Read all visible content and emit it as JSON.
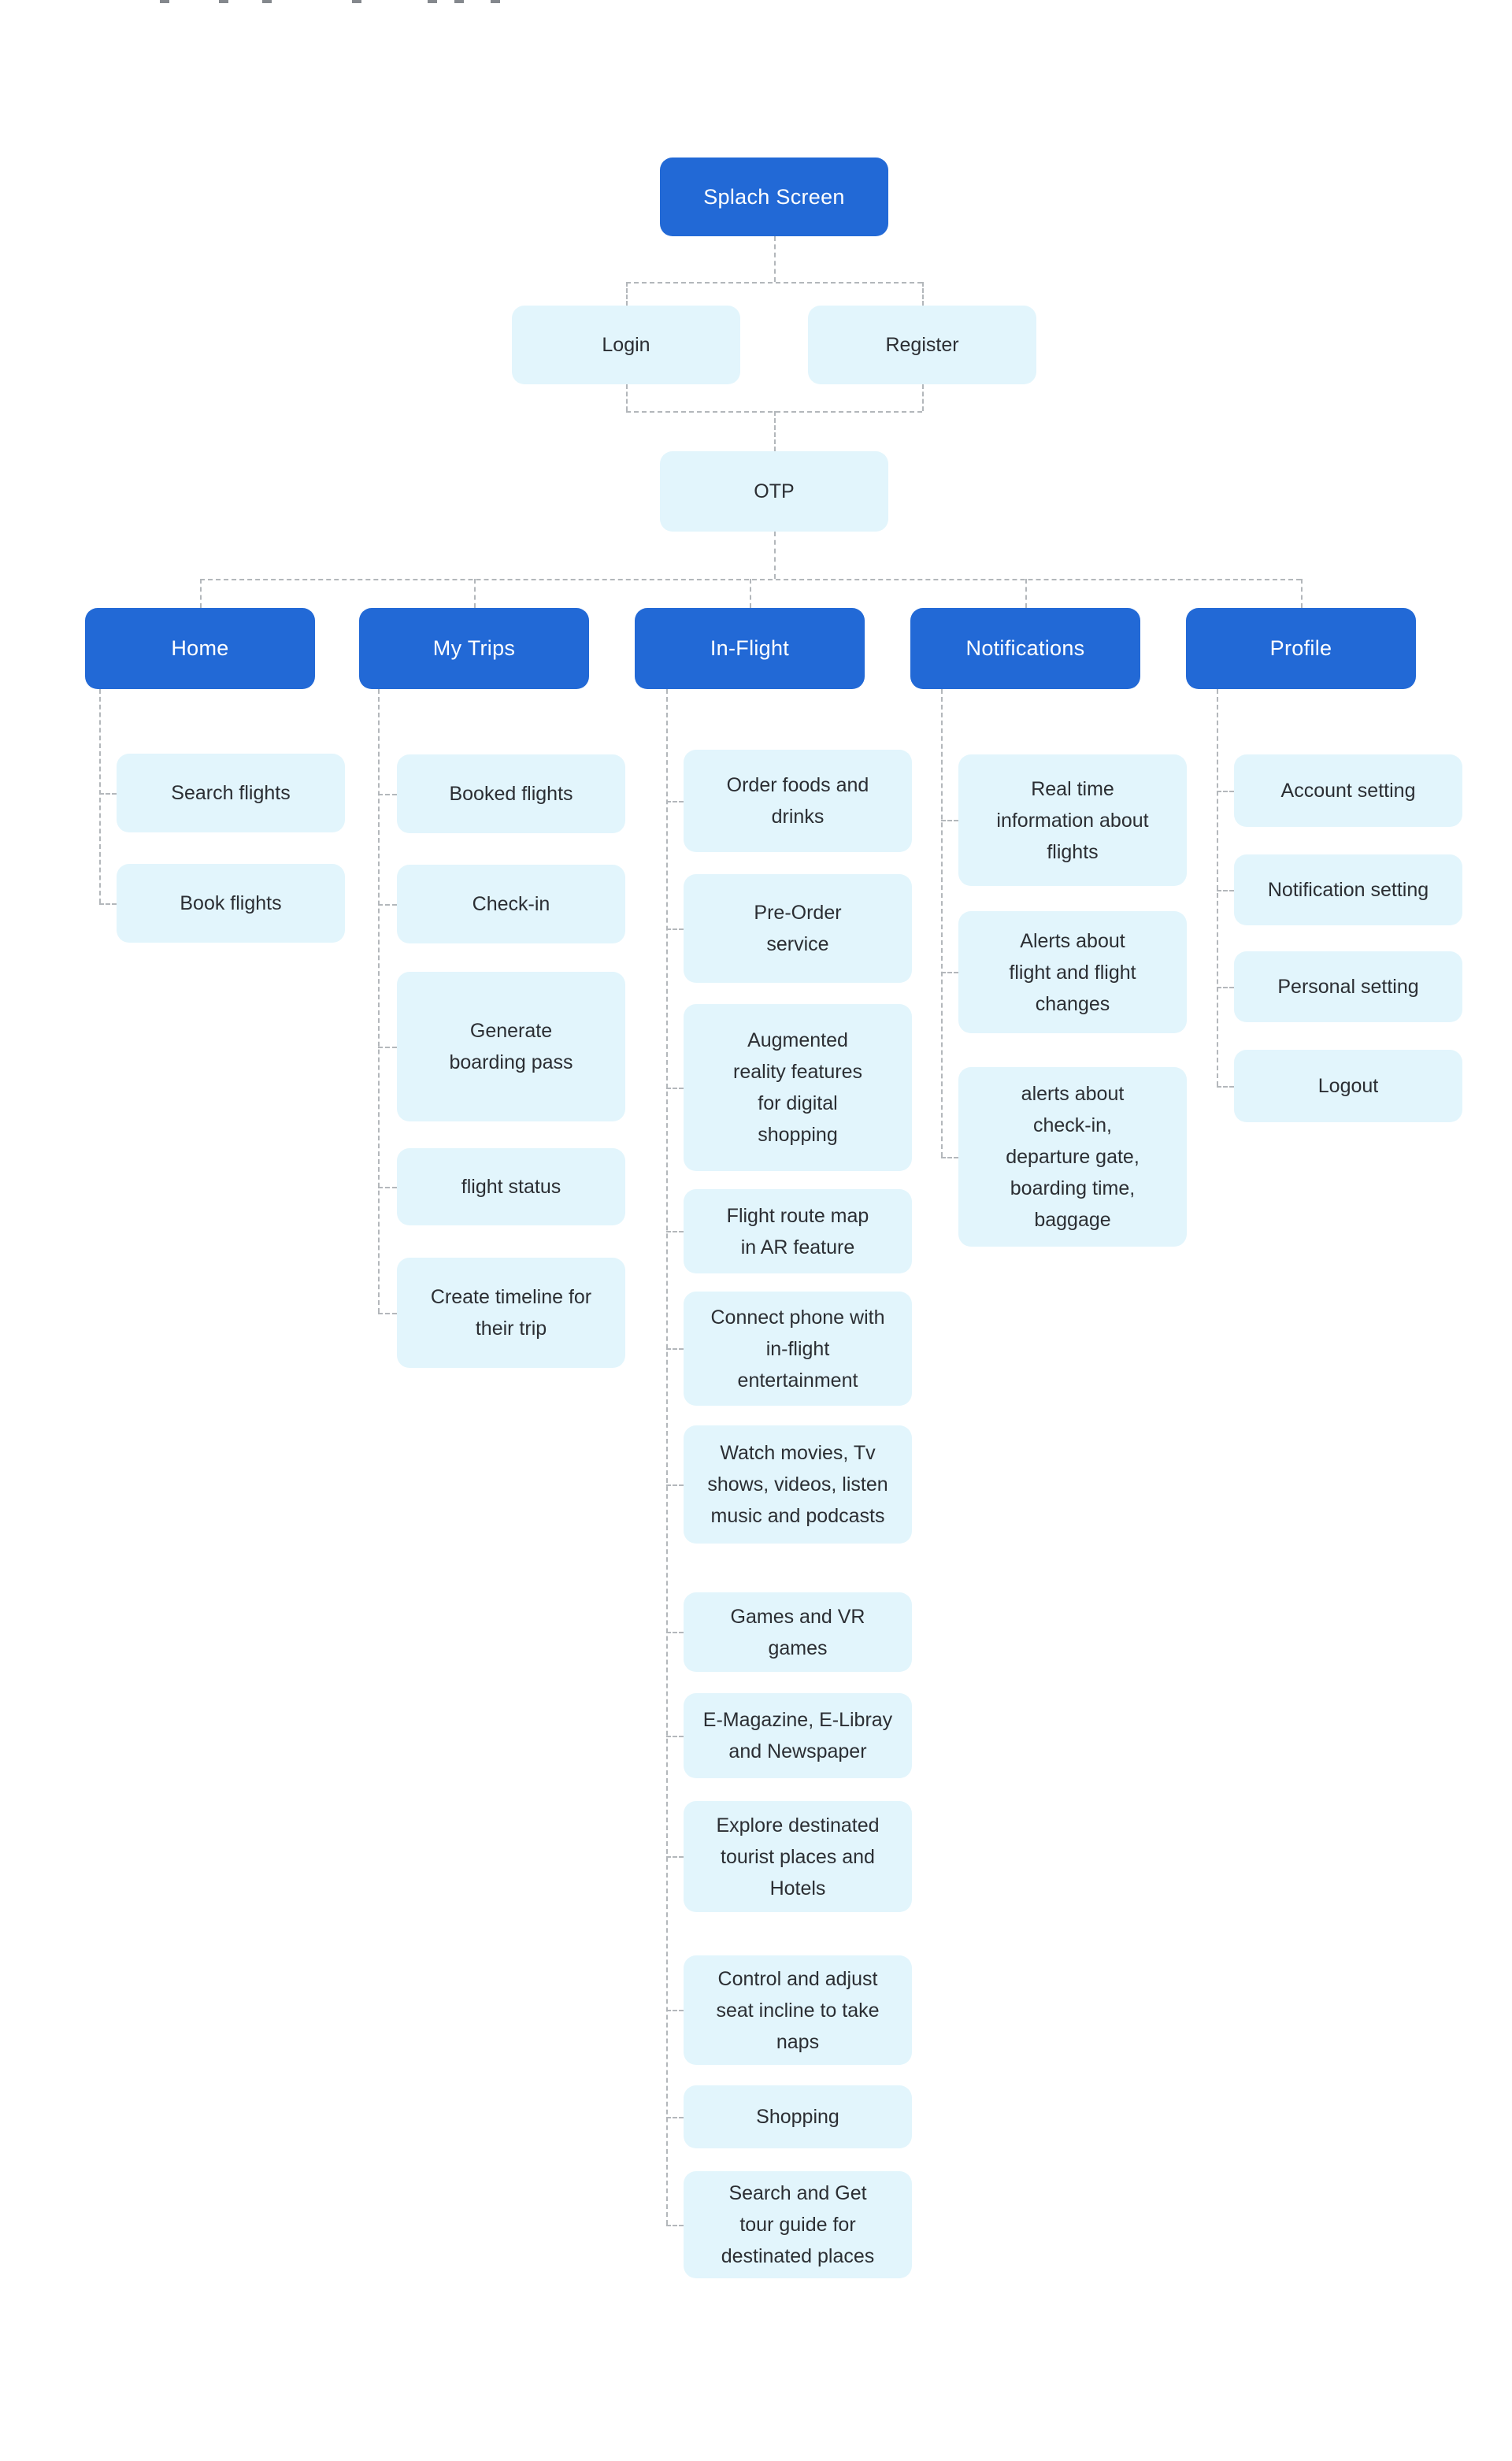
{
  "colors": {
    "primary": "#2269D6",
    "light": "#E2F5FC",
    "line": "#B3B7BB",
    "text_dark": "#2B2E33"
  },
  "diagram": {
    "root": "Splach Screen",
    "auth": {
      "login": "Login",
      "register": "Register",
      "otp": "OTP"
    },
    "sections": [
      {
        "label": "Home",
        "children": [
          "Search flights",
          "Book flights"
        ]
      },
      {
        "label": "My Trips",
        "children": [
          "Booked flights",
          "Check-in",
          "Generate\nboarding pass",
          "flight status",
          "Create timeline for\ntheir trip"
        ]
      },
      {
        "label": "In-Flight",
        "children": [
          "Order foods and\ndrinks",
          "Pre-Order\nservice",
          "Augmented\nreality features\nfor digital\nshopping",
          "Flight route map\nin AR feature",
          "Connect phone with\nin-flight\nentertainment",
          "Watch movies, Tv\nshows, videos, listen\nmusic and podcasts",
          "Games and VR\ngames",
          "E-Magazine, E-Libray\nand Newspaper",
          "Explore destinated\ntourist places and\nHotels",
          "Control and adjust\nseat incline to take\nnaps",
          "Shopping",
          "Search and Get\ntour guide for\ndestinated places"
        ]
      },
      {
        "label": "Notifications",
        "children": [
          "Real time\ninformation about\nflights",
          "Alerts about\nflight and flight\nchanges",
          "alerts about\ncheck-in,\ndeparture gate,\nboarding time,\nbaggage"
        ]
      },
      {
        "label": "Profile",
        "children": [
          "Account setting",
          "Notification setting",
          "Personal setting",
          "Logout"
        ]
      }
    ]
  }
}
